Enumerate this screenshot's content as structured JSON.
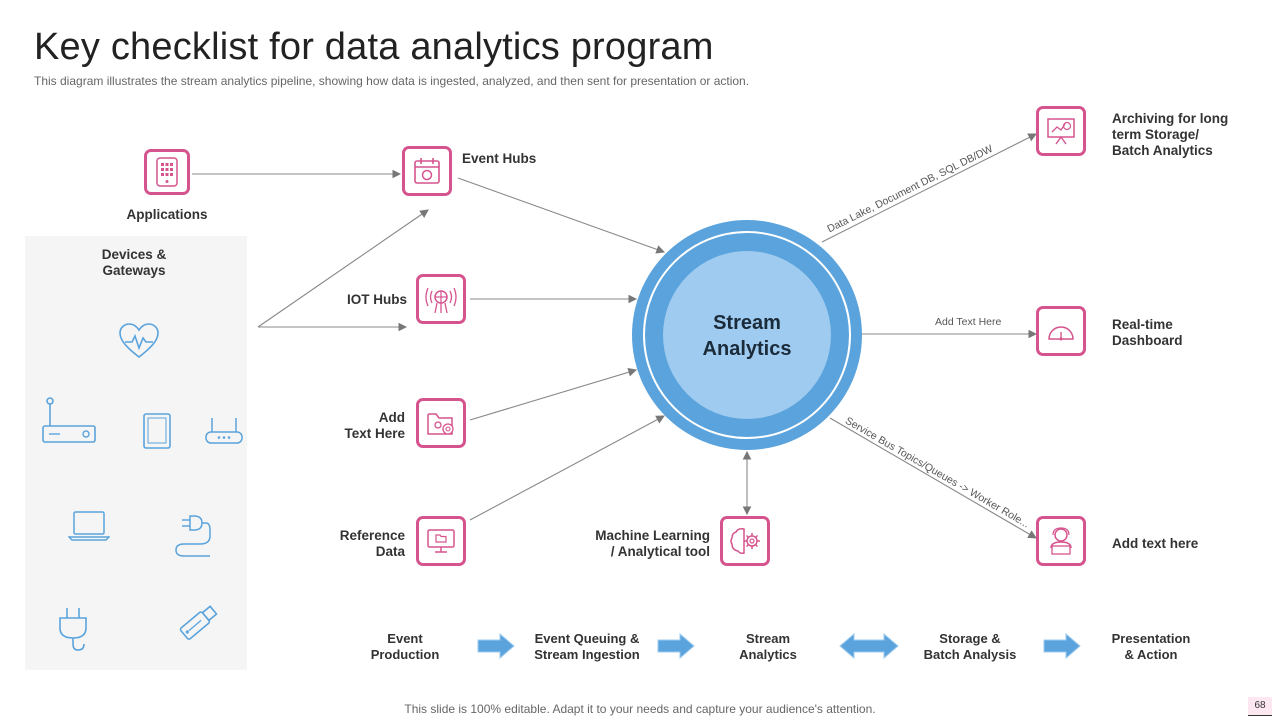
{
  "header": {
    "title": "Key checklist for data analytics program",
    "subtitle": "This diagram illustrates the stream analytics pipeline, showing how data is ingested, analyzed, and then sent for presentation or action."
  },
  "sources": {
    "applications": "Applications",
    "devices_gateways": "Devices &\nGateways",
    "device_icons": [
      "heart-monitor-icon",
      "router-icon",
      "tablet-icon",
      "wifi-router-icon",
      "laptop-icon",
      "plug-cable-icon",
      "power-plug-icon",
      "usb-stick-icon"
    ]
  },
  "hubs": {
    "event_hubs": "Event Hubs",
    "iot_hubs": "IOT Hubs",
    "add_text": "Add\nText Here",
    "reference_data": "Reference\nData"
  },
  "center": {
    "label": "Stream\nAnalytics",
    "ml_label": "Machine Learning\n/ Analytical tool"
  },
  "outputs": {
    "archiving": "Archiving for long\nterm Storage/\nBatch Analytics",
    "realtime": "Real-time\nDashboard",
    "add_text": "Add text here",
    "edge_archive": "Data Lake, Document DB, SQL DB/DW",
    "edge_realtime": "Add Text Here",
    "edge_servicebus": "Service Bus Topics/Queues -> Worker Role..."
  },
  "flow": {
    "steps": [
      "Event\nProduction",
      "Event Queuing &\nStream Ingestion",
      "Stream\nAnalytics",
      "Storage &\nBatch Analysis",
      "Presentation\n& Action"
    ]
  },
  "footer": {
    "text": "This slide is 100% editable. Adapt it to your needs and capture your audience's attention.",
    "page_number": "68"
  },
  "colors": {
    "pink": "#d6548e",
    "blue": "#5ba3dc",
    "light_blue": "#9ecbef",
    "panel": "#f5f5f5"
  }
}
